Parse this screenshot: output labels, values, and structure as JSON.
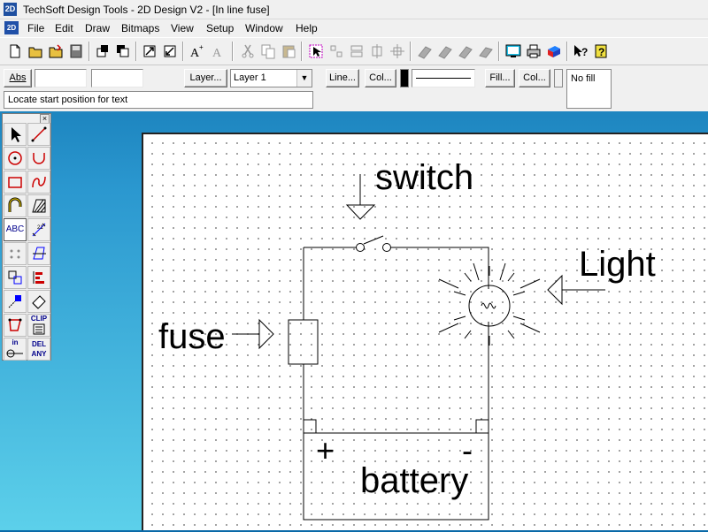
{
  "window": {
    "app_icon": "2D",
    "title": "TechSoft Design Tools - 2D Design V2 - [In line fuse]"
  },
  "menubar": {
    "doc_icon": "2D",
    "items": [
      "File",
      "Edit",
      "Draw",
      "Bitmaps",
      "View",
      "Setup",
      "Window",
      "Help"
    ]
  },
  "toolbar": {
    "icons": [
      "new-file-icon",
      "open-file-icon",
      "open-folder-icon",
      "save-icon",
      "copy-block-icon",
      "paste-block-icon",
      "zoom-in-icon",
      "zoom-out-icon",
      "text-style-icon",
      "text-size-icon",
      "cut-icon",
      "copy-icon",
      "paste-icon",
      "select-icon",
      "group-icon",
      "ungroup-icon",
      "align-icon",
      "move-icon",
      "print-preview-icon",
      "plot-icon",
      "print-icon",
      "screen-icon",
      "printer-icon",
      "3d-icon",
      "context-help-icon",
      "help-icon"
    ]
  },
  "propbar": {
    "abs_label": "Abs",
    "layer_button": "Layer...",
    "layer_select": "Layer 1",
    "line_button": "Line...",
    "col_button_1": "Col...",
    "fill_button": "Fill...",
    "col_button_2": "Col...",
    "fill_value": "No fill",
    "status": "Locate start position for text"
  },
  "palette": {
    "tools": [
      "pointer-icon",
      "line-icon",
      "circle-icon",
      "arc-icon",
      "rectangle-icon",
      "curve-icon",
      "offset-icon",
      "hatch-icon",
      "text-icon",
      "dimension-icon",
      "points-icon",
      "trim-icon",
      "array-icon",
      "align-icon",
      "node-icon",
      "erase-icon",
      "polygon-icon",
      "clip-icon",
      "insert-icon",
      "delete-any-icon"
    ],
    "text_label": "ABC",
    "clip_label": "CLIP",
    "insert_label": "in",
    "delete_label": "DEL ANY"
  },
  "drawing": {
    "switch_label": "switch",
    "light_label": "Light",
    "fuse_label": "fuse",
    "battery_label": "battery",
    "plus_sign": "+",
    "minus_sign": "-"
  }
}
